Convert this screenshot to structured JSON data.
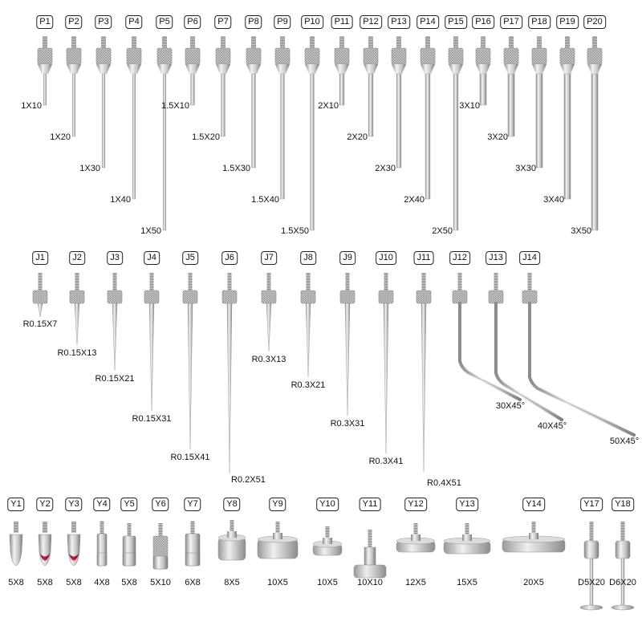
{
  "row_p": [
    {
      "code": "P1",
      "dim": "1X10"
    },
    {
      "code": "P2",
      "dim": "1X20"
    },
    {
      "code": "P3",
      "dim": "1X30"
    },
    {
      "code": "P4",
      "dim": "1X40"
    },
    {
      "code": "P5",
      "dim": "1X50"
    },
    {
      "code": "P6",
      "dim": "1.5X10"
    },
    {
      "code": "P7",
      "dim": "1.5X20"
    },
    {
      "code": "P8",
      "dim": "1.5X30"
    },
    {
      "code": "P9",
      "dim": "1.5X40"
    },
    {
      "code": "P10",
      "dim": "1.5X50"
    },
    {
      "code": "P11",
      "dim": "2X10"
    },
    {
      "code": "P12",
      "dim": "2X20"
    },
    {
      "code": "P13",
      "dim": "2X30"
    },
    {
      "code": "P14",
      "dim": "2X40"
    },
    {
      "code": "P15",
      "dim": "2X50"
    },
    {
      "code": "P16",
      "dim": "3X10"
    },
    {
      "code": "P17",
      "dim": "3X20"
    },
    {
      "code": "P18",
      "dim": "3X30"
    },
    {
      "code": "P19",
      "dim": "3X40"
    },
    {
      "code": "P20",
      "dim": "3X50"
    }
  ],
  "row_j": [
    {
      "code": "J1",
      "dim": "R0.15X7"
    },
    {
      "code": "J2",
      "dim": "R0.15X13"
    },
    {
      "code": "J3",
      "dim": "R0.15X21"
    },
    {
      "code": "J4",
      "dim": "R0.15X31"
    },
    {
      "code": "J5",
      "dim": "R0.15X41"
    },
    {
      "code": "J6",
      "dim": "R0.2X51"
    },
    {
      "code": "J7",
      "dim": "R0.3X13"
    },
    {
      "code": "J8",
      "dim": "R0.3X21"
    },
    {
      "code": "J9",
      "dim": "R0.3X31"
    },
    {
      "code": "J10",
      "dim": "R0.3X41"
    },
    {
      "code": "J11",
      "dim": "R0.4X51"
    },
    {
      "code": "J12",
      "dim": "30X45°"
    },
    {
      "code": "J13",
      "dim": "40X45°"
    },
    {
      "code": "J14",
      "dim": "50X45°"
    }
  ],
  "row_y": [
    {
      "code": "Y1",
      "dim": "5X8"
    },
    {
      "code": "Y2",
      "dim": "5X8"
    },
    {
      "code": "Y3",
      "dim": "5X8"
    },
    {
      "code": "Y4",
      "dim": "4X8"
    },
    {
      "code": "Y5",
      "dim": "5X8"
    },
    {
      "code": "Y6",
      "dim": "5X10"
    },
    {
      "code": "Y7",
      "dim": "6X8"
    },
    {
      "code": "Y8",
      "dim": "8X5"
    },
    {
      "code": "Y9",
      "dim": "10X5"
    },
    {
      "code": "Y10",
      "dim": "10X5"
    },
    {
      "code": "Y11",
      "dim": "10X10"
    },
    {
      "code": "Y12",
      "dim": "12X5"
    },
    {
      "code": "Y13",
      "dim": "15X5"
    },
    {
      "code": "Y14",
      "dim": "20X5"
    },
    {
      "code": "Y17",
      "dim": "D5X20"
    },
    {
      "code": "Y18",
      "dim": "D6X20"
    }
  ],
  "colors": {
    "steel_light": "#e6e6e6",
    "steel_mid": "#b8b8b8",
    "steel_dark": "#7d7d7d",
    "ruby": "#b0123a"
  }
}
